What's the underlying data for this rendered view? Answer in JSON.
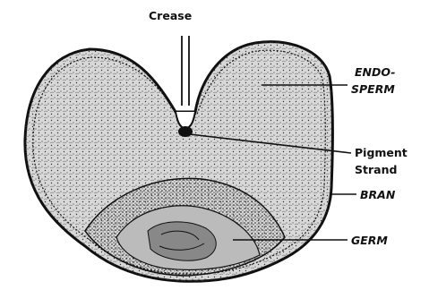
{
  "labels": {
    "crease": "Crease",
    "endosperm_1": "ENDO-",
    "endosperm_2": "SPERM",
    "pigment_1": "Pigment",
    "pigment_2": "Strand",
    "bran": "BRAN",
    "germ": "GERM"
  },
  "colors": {
    "ink": "#111111",
    "paper": "#ffffff"
  }
}
